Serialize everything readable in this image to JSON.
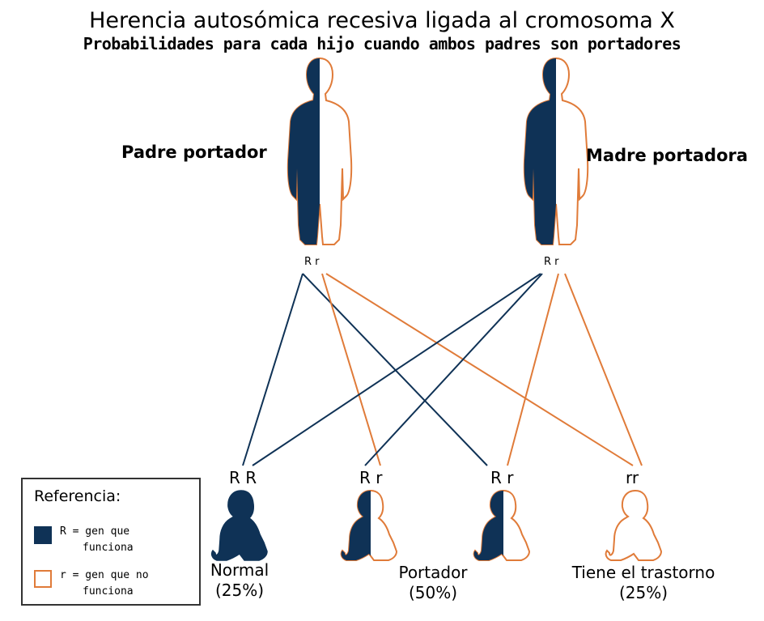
{
  "title": "Herencia autosómica recesiva ligada al cromosoma X",
  "subtitle": "Probabilidades para cada hijo  cuando ambos padres son portadores",
  "colors": {
    "dominant": "#0f3256",
    "recessive": "#e07b39"
  },
  "parents": [
    {
      "label": "Padre portador",
      "alleles": "R r"
    },
    {
      "label": "Madre portadora",
      "alleles": "R r"
    }
  ],
  "children": [
    {
      "alleles": "R R",
      "fill": "dominant"
    },
    {
      "alleles": "R r",
      "fill": "half"
    },
    {
      "alleles": "R r",
      "fill": "half"
    },
    {
      "alleles": "rr",
      "fill": "recessive"
    }
  ],
  "outcomes": [
    {
      "label": "Normal",
      "percent": "(25%)"
    },
    {
      "label": "Portador",
      "percent": "(50%)"
    },
    {
      "label": "Tiene el trastorno",
      "percent": "(25%)"
    }
  ],
  "legend": {
    "title": "Referencia:",
    "R_line1": "R = gen que",
    "R_line2": "funciona",
    "r_line1": "r = gen que no",
    "r_line2": "funciona"
  }
}
